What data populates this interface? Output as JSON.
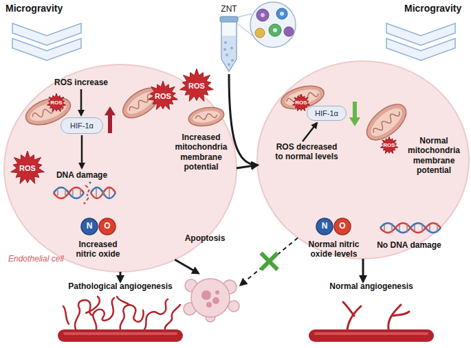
{
  "diagram": {
    "nodes": [
      {
        "text": [
          "Endothelial cell"
        ]
      },
      {
        "text": [
          "ROS"
        ],
        "in": 0
      },
      {
        "text": [
          "HIF-1α"
        ],
        "in": 0
      },
      {
        "text": [
          "ROS"
        ],
        "in": 0
      },
      {
        "text": [
          "ROS"
        ],
        "in": 0
      },
      {
        "text": [
          "ROS"
        ],
        "in": 0
      },
      {
        "text": [
          "N"
        ],
        "in": 0
      },
      {
        "text": [
          "O"
        ],
        "in": 0
      },
      {
        "text": [
          "ZNT"
        ]
      },
      {
        "text": []
      },
      {
        "text": [
          "ROS"
        ],
        "in": 9
      },
      {
        "text": [
          "HIF-1α"
        ],
        "in": 9
      },
      {
        "text": [
          "ROS"
        ],
        "in": 9
      },
      {
        "text": [
          "N"
        ],
        "in": 9
      },
      {
        "text": [
          "O"
        ],
        "in": 9
      },
      {
        "text": [
          "Apoptosis"
        ]
      },
      {
        "text": [
          "Pathological angiogenesis"
        ]
      },
      {
        "text": [
          "Normal angiogenesis"
        ]
      }
    ],
    "edges": [
      {
        "from": 0,
        "to": 9,
        "arrow": "to"
      },
      {
        "from": 8,
        "to": 9,
        "arrow": "to"
      },
      {
        "from": 0,
        "to": 15,
        "arrow": "to"
      },
      {
        "from": 9,
        "to": 15,
        "arrow": "to"
      },
      {
        "from": 0,
        "to": 16,
        "arrow": "to"
      },
      {
        "from": 9,
        "to": 17,
        "arrow": "to"
      }
    ],
    "labels": [
      "Microgravity",
      "Microgravity",
      "ROS increase",
      "DNA damage",
      "Increased nitric oxide",
      "Increased mitochondria membrane potential",
      "ROS decreased to normal levels",
      "Normal mitochondria membrane potential",
      "Normal nitric oxide levels",
      "No DNA damage"
    ]
  }
}
